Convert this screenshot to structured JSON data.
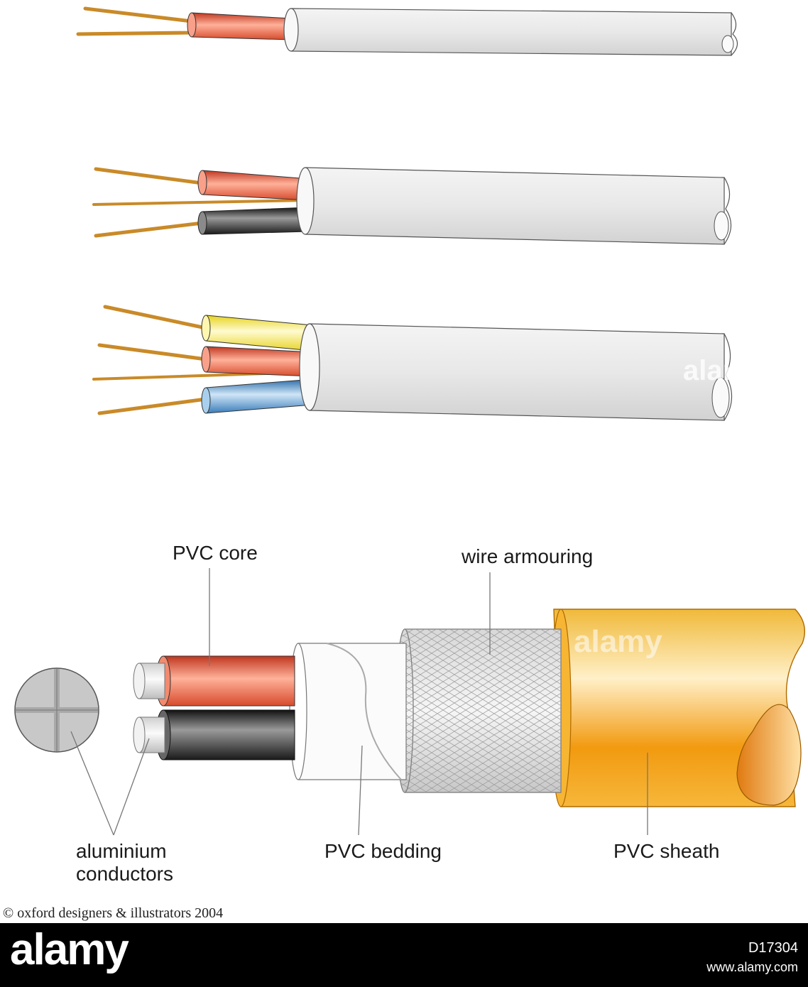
{
  "labels": {
    "pvc_core": "PVC core",
    "wire_armouring": "wire armouring",
    "aluminium": "aluminium",
    "conductors": "conductors",
    "pvc_bedding": "PVC bedding",
    "pvc_sheath": "PVC sheath"
  },
  "credit": "© oxford designers & illustrators 2004",
  "watermark": "alamy",
  "footer": {
    "logo": "alamy",
    "image_id": "D17304",
    "site": "www.alamy.com"
  },
  "colors": {
    "red_core": "#e8543a",
    "black_core": "#222222",
    "yellow_core": "#f2e23a",
    "blue_core": "#3d86c6",
    "copper": "#e0a23a",
    "sheath_orange": "#f2a515",
    "white_sheath": "#efefef"
  }
}
